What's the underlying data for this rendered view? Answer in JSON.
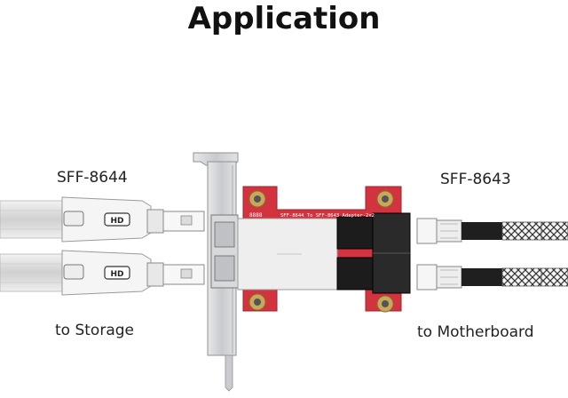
{
  "heading": "Application",
  "left_connector_label": "SFF-8644",
  "right_connector_label": "SFF-8643",
  "left_caption": "to Storage",
  "right_caption": "to Motherboard",
  "pcb_silkscreen": "SFF-8644 To SFF-8643 Adapter-2x2",
  "pcb_code": "8888",
  "plug_badge": "HD",
  "colors": {
    "pcb": "#d2343f",
    "bracket": "#cfd1d4",
    "cable_gray": "#d9d9d9",
    "port_black": "#1c1c1c"
  }
}
